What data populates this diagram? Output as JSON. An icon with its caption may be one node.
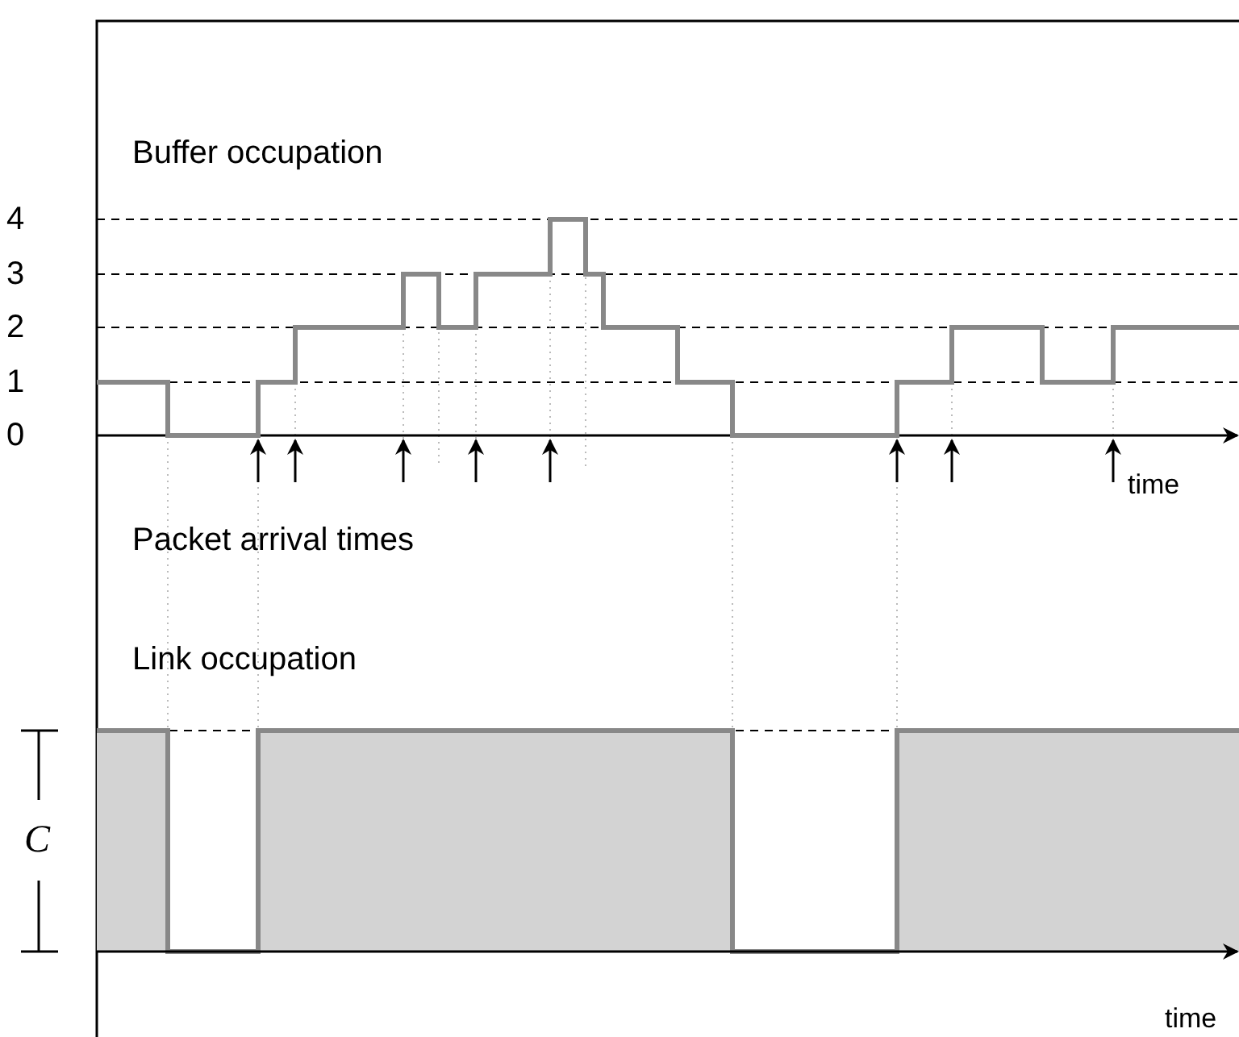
{
  "diagram": {
    "labels": [
      "Buffer occupation",
      "4",
      "3",
      "2",
      "1",
      "0",
      "time",
      "Packet arrival times",
      "Link occupation",
      "C",
      "time"
    ]
  }
}
